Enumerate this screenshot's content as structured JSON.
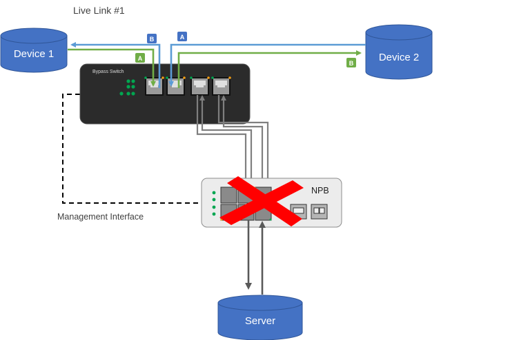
{
  "title": "Live Link #1",
  "devices": {
    "device1": "Device 1",
    "device2": "Device 2",
    "server": "Server"
  },
  "bypass_switch": {
    "label": "Bypass Switch"
  },
  "npb": {
    "label": "NPB",
    "status": "failed"
  },
  "management": {
    "label": "Management Interface"
  },
  "link_badges": {
    "b_device1": "B",
    "a_device2": "A",
    "a_device1": "A",
    "b_device2": "B"
  },
  "colors": {
    "device_fill": "#4472c4",
    "device_stroke": "#2f5597",
    "link_blue": "#5b9bd5",
    "link_green": "#70ad47",
    "badge_blue": "#4472c4",
    "badge_green": "#70ad47",
    "switch_body": "#2b2b2b",
    "npb_body": "#ececec",
    "tap_line": "#7f7f7f",
    "server_line": "#595959",
    "led_green": "#00a650",
    "led_orange": "#f39c12",
    "fail_cross": "#ff0000"
  }
}
